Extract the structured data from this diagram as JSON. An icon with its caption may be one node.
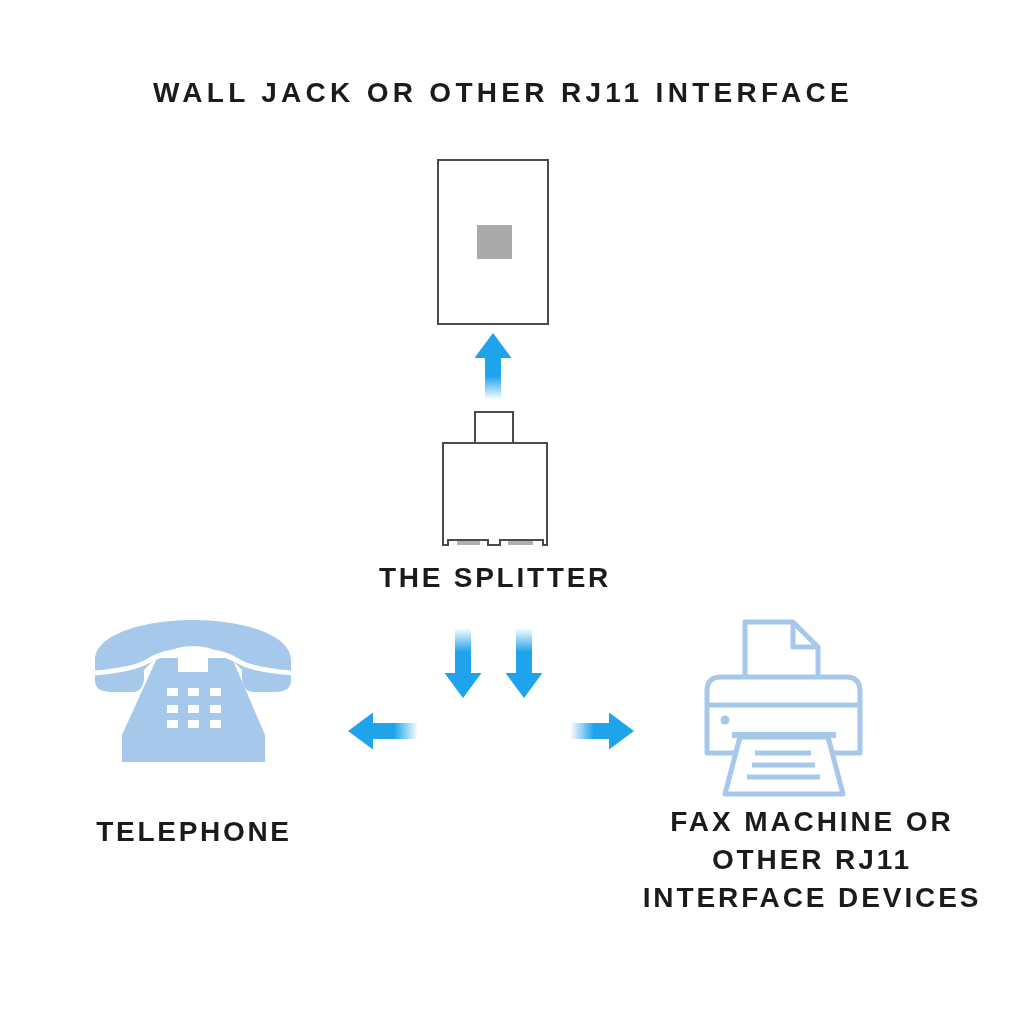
{
  "diagram": {
    "nodes": [
      {
        "text": [
          "WALL JACK OR OTHER RJ11 INTERFACE"
        ]
      },
      {
        "text": [
          "THE SPLITTER"
        ]
      },
      {
        "text": [
          "TELEPHONE"
        ]
      },
      {
        "text": [
          "FAX MACHINE OR OTHER RJ11 INTERFACE DEVICES"
        ]
      }
    ],
    "edges": [
      {
        "from": 1,
        "to": 0,
        "arrow": "to"
      },
      {
        "from": 1,
        "to": null,
        "arrow": "to"
      },
      {
        "from": 1,
        "to": null,
        "arrow": "to"
      },
      {
        "from": null,
        "to": 2,
        "arrow": "to"
      },
      {
        "from": null,
        "to": 3,
        "arrow": "to"
      }
    ]
  }
}
